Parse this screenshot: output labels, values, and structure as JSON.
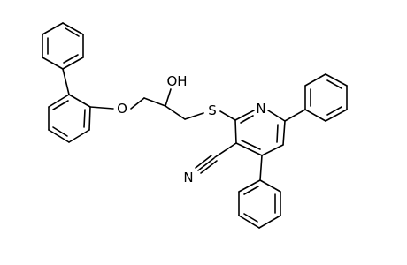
{
  "atoms": {
    "nitrogen": "N",
    "sulfur": "S",
    "oxygen": "O",
    "hydroxyl": "OH",
    "nitrile_nitrogen": "N"
  }
}
